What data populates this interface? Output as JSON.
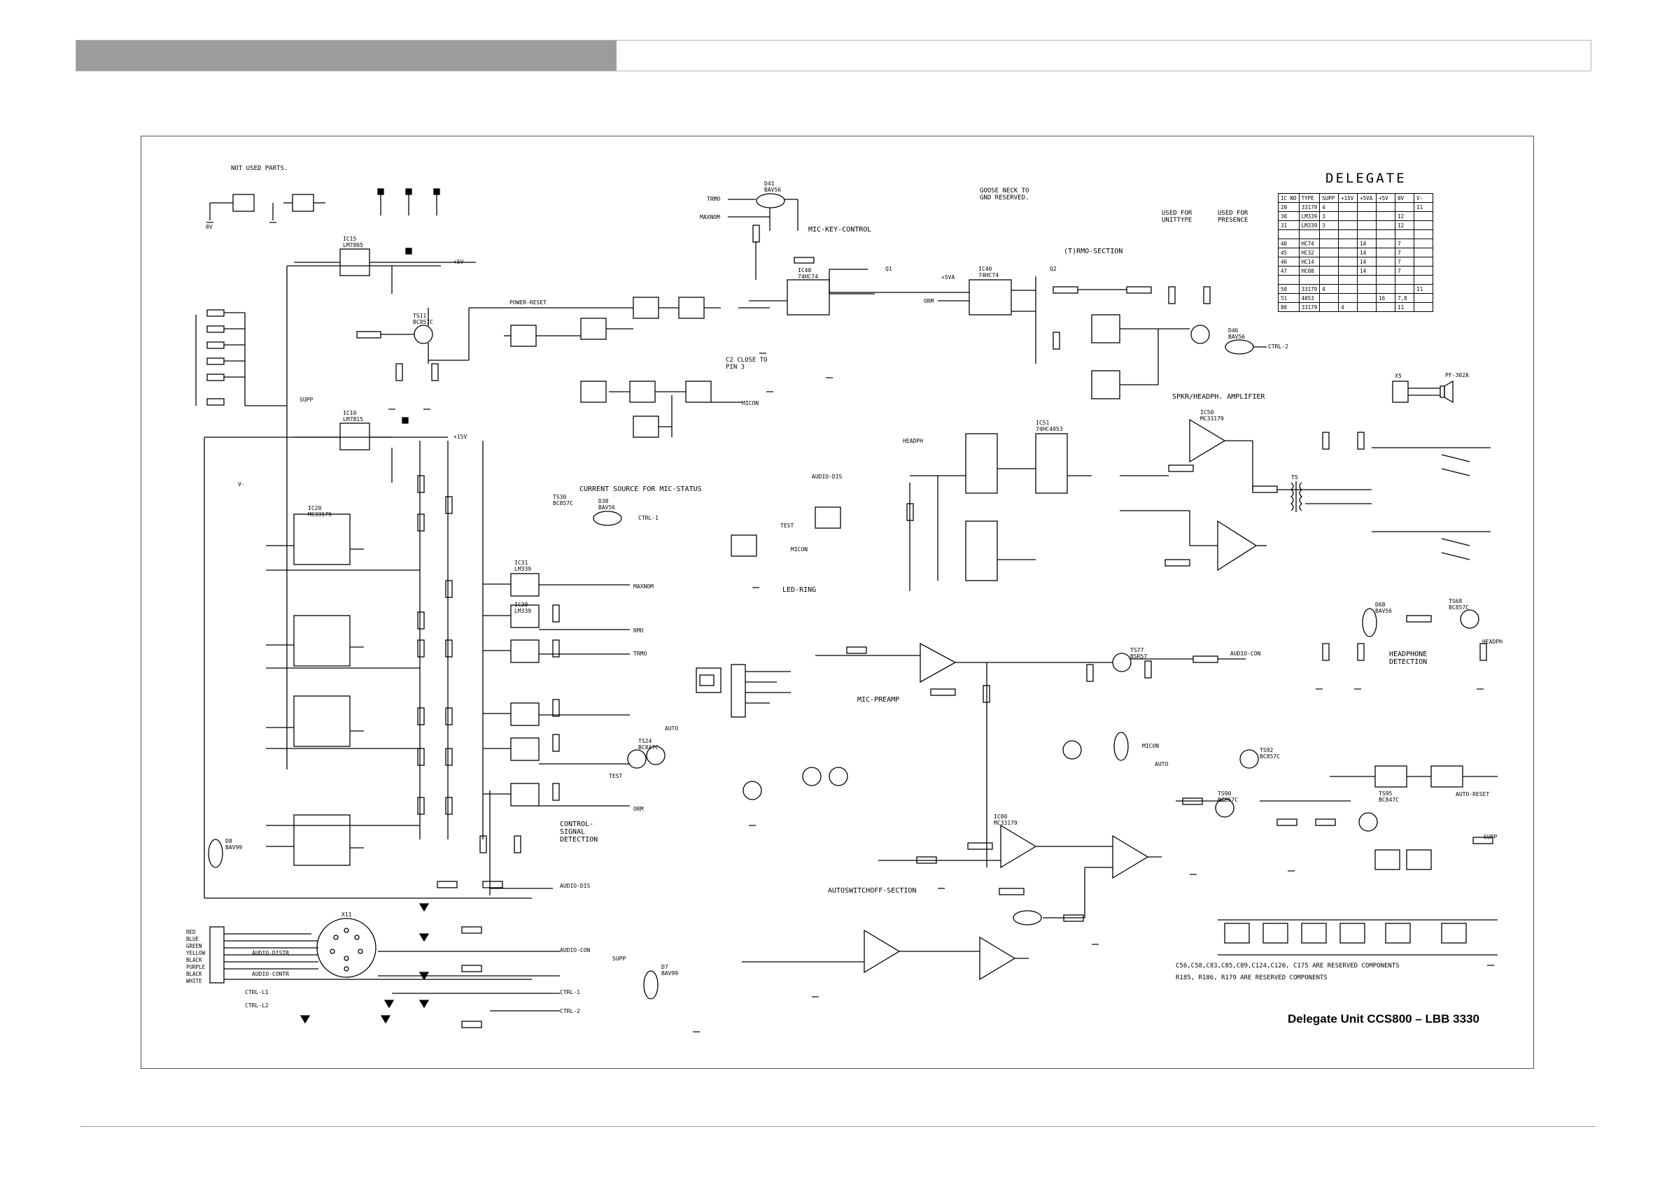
{
  "caption": "Delegate Unit CCS800 – LBB 3330",
  "table_title": "DELEGATE",
  "table": {
    "headers": [
      "IC NO",
      "TYPE",
      "SUPP",
      "+15V",
      "+5VA",
      "+5V",
      "0V",
      "V-"
    ],
    "rows": [
      [
        "20",
        "33179",
        "4",
        "",
        "",
        "",
        "",
        "11"
      ],
      [
        "30",
        "LM339",
        "3",
        "",
        "",
        "",
        "12",
        ""
      ],
      [
        "31",
        "LM339",
        "3",
        "",
        "",
        "",
        "12",
        ""
      ],
      [
        "",
        "",
        "",
        "",
        "",
        "",
        "",
        ""
      ],
      [
        "40",
        "HC74",
        "",
        "",
        "14",
        "",
        "7",
        ""
      ],
      [
        "45",
        "HC32",
        "",
        "",
        "14",
        "",
        "7",
        ""
      ],
      [
        "46",
        "HC14",
        "",
        "",
        "14",
        "",
        "7",
        ""
      ],
      [
        "47",
        "HC08",
        "",
        "",
        "14",
        "",
        "7",
        ""
      ],
      [
        "",
        "",
        "",
        "",
        "",
        "",
        "",
        ""
      ],
      [
        "50",
        "33179",
        "4",
        "",
        "",
        "",
        "",
        "11"
      ],
      [
        "51",
        "4053",
        "",
        "",
        "",
        "16",
        "7,8",
        ""
      ],
      [
        "80",
        "33179",
        "",
        "4",
        "",
        "",
        "11",
        ""
      ]
    ]
  },
  "notes": {
    "not_used": "NOT USED PARTS.",
    "reserved_1": "C56,C58,C83,C85,C89,C124,C126, C175 ARE RESERVED COMPONENTS",
    "reserved_2": "R185, R186, R179 ARE RESERVED COMPONENTS",
    "goose_neck": "GOOSE NECK TO GND RESERVED.",
    "used_unittype": "USED FOR UNITTYPE",
    "used_presence": "USED FOR PRESENCE",
    "c2_close": "C2 CLOSE TO PIN 3"
  },
  "sections": {
    "mic_key": "MIC-KEY-CONTROL",
    "trmo": "(T)RMO-SECTION",
    "spkr": "SPKR/HEADPH. AMPLIFIER",
    "current_source": "CURRENT SOURCE FOR MIC-STATUS",
    "control_signal": "CONTROL-SIGNAL DETECTION",
    "mic_preamp": "MIC-PREAMP",
    "autoswitchoff": "AUTOSWITCHOFF-SECTION",
    "headphone_detection": "HEADPHONE DETECTION",
    "led_ring": "LED-RING"
  },
  "nets": {
    "audio_dis": "AUDIO-DIS",
    "audio_con": "AUDIO-CON",
    "ctrl1": "CTRL-1",
    "ctrl2": "CTRL-2",
    "micon": "MICON",
    "maxnom": "MAXNOM",
    "trmo": "TRMO",
    "rmo": "RMO",
    "orm": "ORM",
    "auto": "AUTO",
    "test": "TEST",
    "auto_reset": "AUTO-RESET",
    "power_reset": "POWER-RESET",
    "headph": "HEADPH",
    "supp": "SUPP",
    "q1": "Q1",
    "q2": "Q2",
    "v_plus5": "+5V",
    "v_plus15": "+15V",
    "v_plus5va": "+5VA",
    "ov": "0V",
    "vminus": "V-"
  },
  "components": {
    "ic15": "IC15 LM7805",
    "ic10": "IC10 LM7815",
    "ts11": "TS11 BC857C",
    "ts30": "TS30 BC857C",
    "d38": "D38 BAV56",
    "d41": "D41 BAV56",
    "d46": "D46 BAV56",
    "ic48": "IC48 74HC74",
    "ic40": "IC40 74HC74",
    "ic50": "IC50 MC33179",
    "ic80": "IC80 MC33179",
    "ic20": "IC20 MC33179",
    "ic30": "IC30 LM339",
    "ic31": "IC31 LM339",
    "ic51": "IC51 74HC4053",
    "x11": "X11",
    "x5": "X5",
    "pf302a": "PF-302A",
    "t5": "T5",
    "ts77": "TS77 BSR57",
    "ts24": "TS24 BC847C",
    "d68": "D68 BAV56",
    "ts68": "TS68 BC857C",
    "ts92": "TS92 BC857C",
    "ts90": "TS90 BC857C",
    "ts95": "TS95 BC847C",
    "d7": "D7 BAV99",
    "d8": "D8 BAV99"
  },
  "connector": {
    "wires": [
      "RED",
      "BLUE",
      "GREEN",
      "YELLOW",
      "BLACK",
      "PURPLE",
      "BLACK",
      "WHITE"
    ],
    "audio_distr": "AUDIO-DISTR",
    "audio_contr": "AUDIO-CONTR",
    "ctrl_l1": "CTRL-L1",
    "ctrl_l2": "CTRL-L2"
  }
}
